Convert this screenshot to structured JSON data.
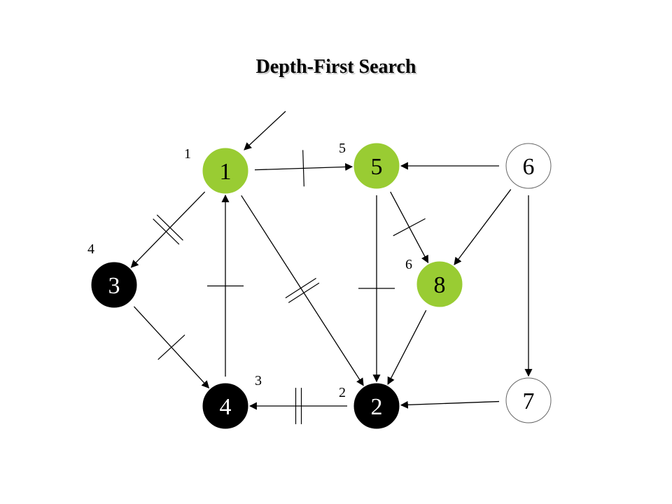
{
  "title": "Depth-First Search",
  "colors": {
    "visited_active": "#99cc33",
    "finished": "#000000",
    "unvisited": "#ffffff",
    "edge": "#000000"
  },
  "nodes": [
    {
      "id": "1",
      "label": "1",
      "state": "visited_active"
    },
    {
      "id": "2",
      "label": "2",
      "state": "finished"
    },
    {
      "id": "3",
      "label": "3",
      "state": "finished"
    },
    {
      "id": "4",
      "label": "4",
      "state": "finished"
    },
    {
      "id": "5",
      "label": "5",
      "state": "visited_active"
    },
    {
      "id": "6",
      "label": "6",
      "state": "unvisited"
    },
    {
      "id": "7",
      "label": "7",
      "state": "unvisited"
    },
    {
      "id": "8",
      "label": "8",
      "state": "visited_active"
    }
  ],
  "visit_order": [
    {
      "node": "1",
      "label": "1"
    },
    {
      "node": "2",
      "label": "2"
    },
    {
      "node": "4",
      "label": "3"
    },
    {
      "node": "3",
      "label": "4"
    },
    {
      "node": "5",
      "label": "5"
    },
    {
      "node": "8",
      "label": "6"
    }
  ],
  "edges": [
    {
      "from": "1",
      "to": "5",
      "marks": 1
    },
    {
      "from": "1",
      "to": "3",
      "marks": 2
    },
    {
      "from": "1",
      "to": "2",
      "marks": 2
    },
    {
      "from": "4",
      "to": "1",
      "marks": 1
    },
    {
      "from": "3",
      "to": "4",
      "marks": 1
    },
    {
      "from": "2",
      "to": "4",
      "marks": 2
    },
    {
      "from": "5",
      "to": "2",
      "marks": 1
    },
    {
      "from": "5",
      "to": "8",
      "marks": 1
    },
    {
      "from": "6",
      "to": "5",
      "marks": 0
    },
    {
      "from": "6",
      "to": "8",
      "marks": 0
    },
    {
      "from": "6",
      "to": "7",
      "marks": 0
    },
    {
      "from": "8",
      "to": "2",
      "marks": 0
    },
    {
      "from": "7",
      "to": "2",
      "marks": 0
    }
  ]
}
